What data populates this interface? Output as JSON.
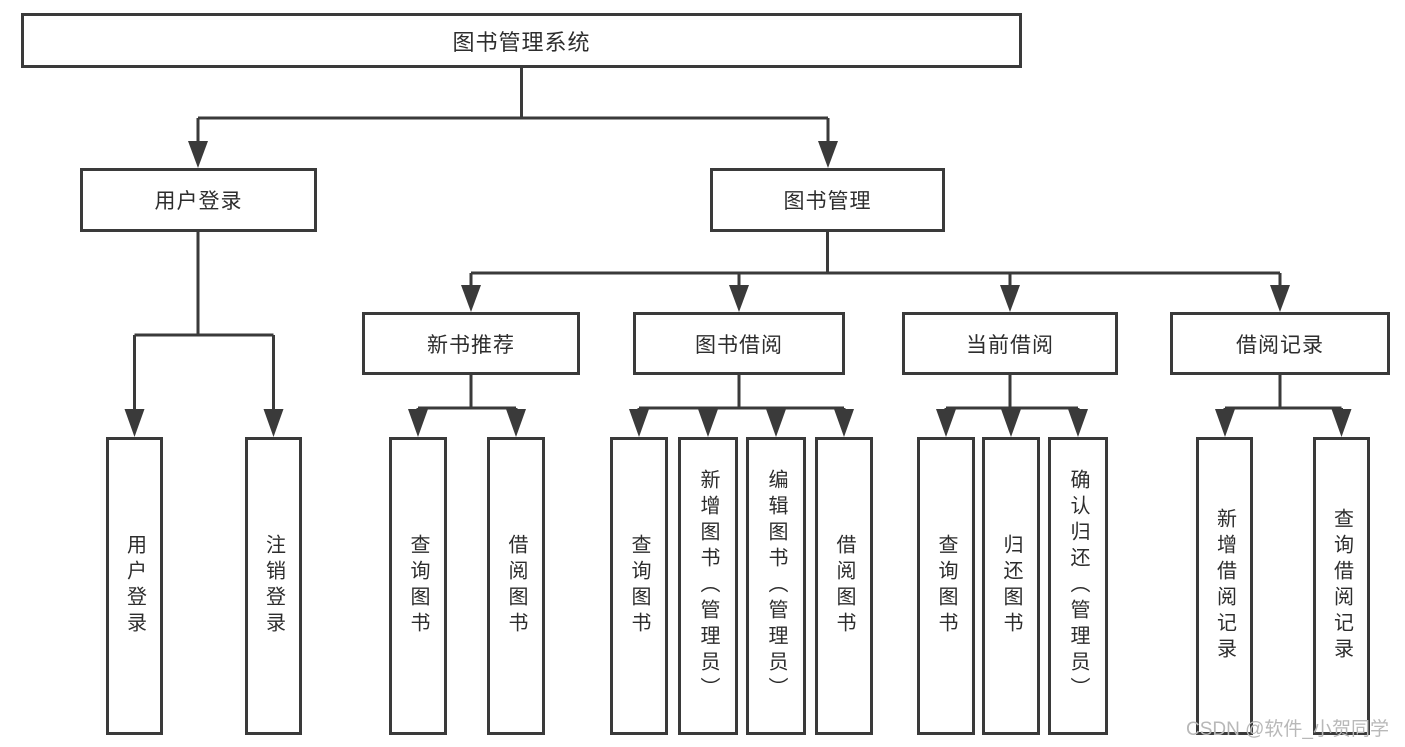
{
  "diagram": {
    "root": {
      "label": "图书管理系统"
    },
    "user_login": {
      "label": "用户登录",
      "children": {
        "login": "用户登录",
        "logout": "注销登录"
      }
    },
    "book_mgmt": {
      "label": "图书管理",
      "modules": {
        "new_books": {
          "label": "新书推荐",
          "children": {
            "query": "查询图书",
            "borrow": "借阅图书"
          }
        },
        "borrowing": {
          "label": "图书借阅",
          "children": {
            "query": "查询图书",
            "add": "新增图书（管理员）",
            "edit": "编辑图书（管理员）",
            "borrow": "借阅图书"
          }
        },
        "current": {
          "label": "当前借阅",
          "children": {
            "query": "查询图书",
            "return": "归还图书",
            "confirm": "确认归还（管理员）"
          }
        },
        "records": {
          "label": "借阅记录",
          "children": {
            "add": "新增借阅记录",
            "query": "查询借阅记录"
          }
        }
      }
    }
  },
  "watermark": "CSDN @软件_小贺同学",
  "colors": {
    "line": "#3a3a3a",
    "text": "#2d2d2d",
    "watermark": "#b8b8b8",
    "background": "#ffffff"
  }
}
